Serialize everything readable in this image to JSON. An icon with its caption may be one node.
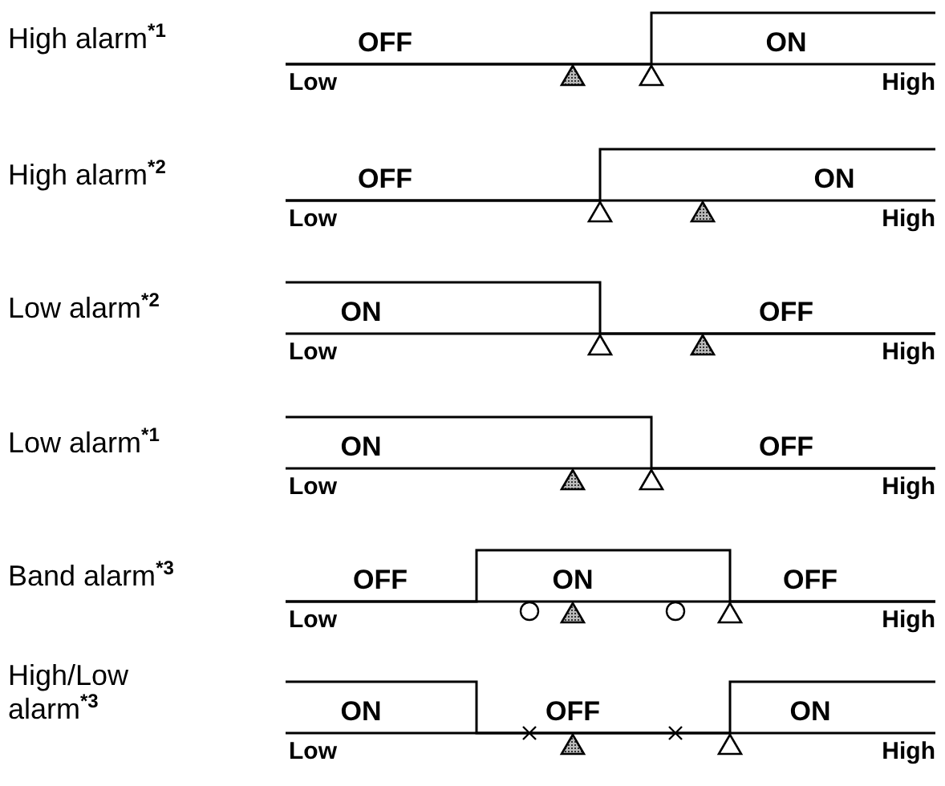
{
  "diagram": {
    "labels": [
      "High alarm$^{*1}$",
      "OFF",
      "ON",
      "Low",
      "High",
      "High alarm$^{*2}$",
      "OFF",
      "ON",
      "Low",
      "High",
      "Low alarm$^{*2}$",
      "ON",
      "OFF",
      "Low",
      "High",
      "Low alarm$^{*1}$",
      "ON",
      "OFF",
      "Low",
      "High",
      "Band alarm$^{*3}$",
      "OFF",
      "ON",
      "OFF",
      "Low",
      "High",
      "High/Low alarm$^{*3}$",
      "ON",
      "OFF",
      "ON",
      "Low",
      "High"
    ]
  }
}
